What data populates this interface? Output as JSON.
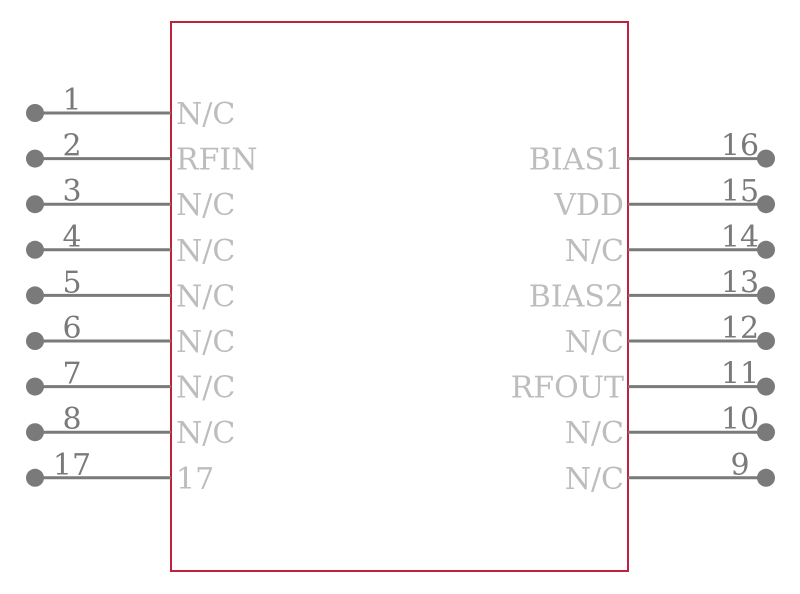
{
  "component": {
    "left_pins": [
      {
        "number": "1",
        "label": "N/C"
      },
      {
        "number": "2",
        "label": "RFIN"
      },
      {
        "number": "3",
        "label": "N/C"
      },
      {
        "number": "4",
        "label": "N/C"
      },
      {
        "number": "5",
        "label": "N/C"
      },
      {
        "number": "6",
        "label": "N/C"
      },
      {
        "number": "7",
        "label": "N/C"
      },
      {
        "number": "8",
        "label": "N/C"
      },
      {
        "number": "17",
        "label": "17"
      }
    ],
    "right_pins": [
      {
        "number": "16",
        "label": "BIAS1"
      },
      {
        "number": "15",
        "label": "VDD"
      },
      {
        "number": "14",
        "label": "N/C"
      },
      {
        "number": "13",
        "label": "BIAS2"
      },
      {
        "number": "12",
        "label": "N/C"
      },
      {
        "number": "11",
        "label": "RFOUT"
      },
      {
        "number": "10",
        "label": "N/C"
      },
      {
        "number": "9",
        "label": "N/C"
      }
    ],
    "colors": {
      "outline": "#c0203d",
      "pin": "#7a7a7a",
      "label": "#bdbdbd"
    }
  }
}
